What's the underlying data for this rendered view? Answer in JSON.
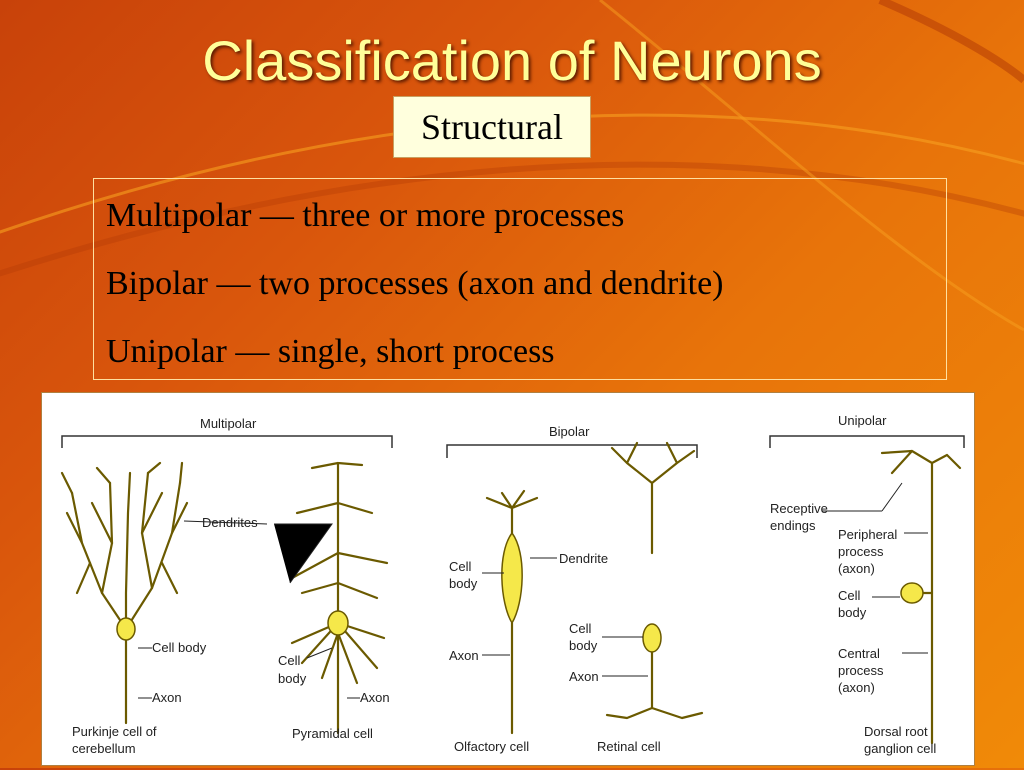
{
  "slide": {
    "title": "Classification of Neurons",
    "subtitle": "Structural",
    "points": [
      "Multipolar — three or more processes",
      "Bipolar — two processes (axon and dendrite)",
      "Unipolar — single, short process"
    ]
  },
  "figure": {
    "groups": {
      "multipolar": "Multipolar",
      "bipolar": "Bipolar",
      "unipolar": "Unipolar"
    },
    "labels": {
      "dendrites": "Dendrites",
      "cell_body_1": "Cell body",
      "axon_1": "Axon",
      "cell_body_2a": "Cell",
      "cell_body_2b": "body",
      "axon_2": "Axon",
      "purkinje_a": "Purkinje cell of",
      "purkinje_b": "cerebellum",
      "pyramidal": "Pyramidal cell",
      "olf_body_a": "Cell",
      "olf_body_b": "body",
      "dendrite": "Dendrite",
      "olf_axon": "Axon",
      "olfactory": "Olfactory cell",
      "ret_body_a": "Cell",
      "ret_body_b": "body",
      "ret_axon": "Axon",
      "retinal": "Retinal cell",
      "receptive_a": "Receptive",
      "receptive_b": "endings",
      "peripheral_a": "Peripheral",
      "peripheral_b": "process",
      "peripheral_c": "(axon)",
      "uni_body_a": "Cell",
      "uni_body_b": "body",
      "central_a": "Central",
      "central_b": "process",
      "central_c": "(axon)",
      "drg_a": "Dorsal root",
      "drg_b": "ganglion cell"
    },
    "colors": {
      "neuron_fill": "#f5e84a",
      "neuron_stroke": "#6b5a00"
    }
  }
}
